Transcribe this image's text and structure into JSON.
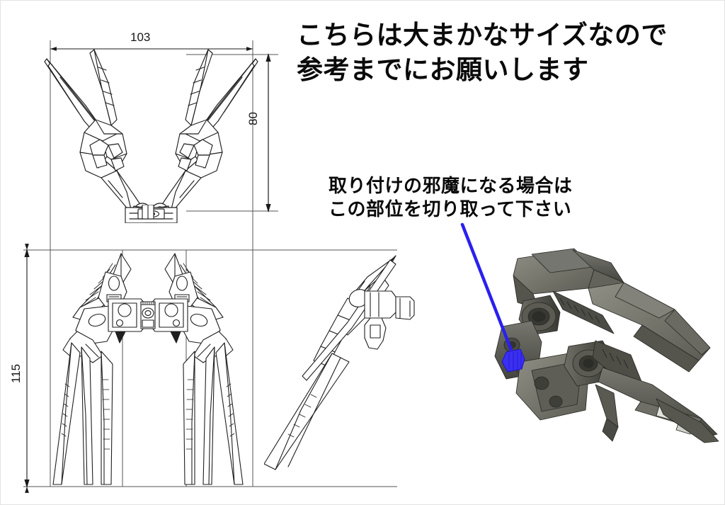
{
  "document": {
    "kind": "cad-spec-sheet",
    "background_color": "#ffffff",
    "border_color": "#e3e3e3",
    "line_color": "#222222",
    "construction_line_color": "#5a5a5a",
    "render_color_light": "#8a8a80",
    "render_color_mid": "#6b6b62",
    "render_color_dark": "#3d3d38",
    "highlight_color": "#2a20ee"
  },
  "annotations": {
    "headline": {
      "line1": "こちらは大まかなサイズなので",
      "line2": "参考までにお願いします"
    },
    "cut_note": {
      "line1": "取り付けの邪魔になる場合は",
      "line2": "この部位を切り取って下さい"
    }
  },
  "dimensions": {
    "top_width": "103",
    "right_height": "80",
    "left_height": "115",
    "unit_implied": "mm"
  },
  "views": {
    "top_view": {
      "name": "top-view",
      "dimension_width": "103",
      "dimension_height": "80"
    },
    "front_view": {
      "name": "front-view",
      "dimension_height": "115"
    },
    "side_view": {
      "name": "side-view"
    },
    "render_view": {
      "name": "shaded-3d-render"
    }
  },
  "callout": {
    "target_part": "mounting-peg",
    "leader_color": "#2a20ee"
  }
}
